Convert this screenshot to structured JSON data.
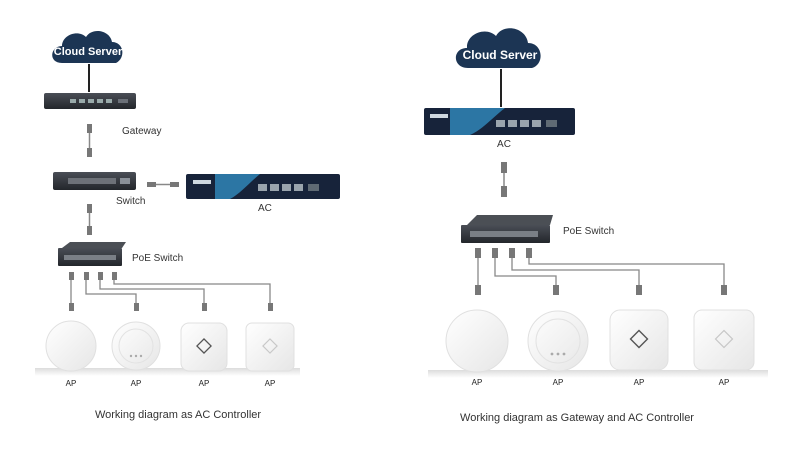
{
  "left": {
    "cloud": "Cloud Server",
    "gateway": "Gateway",
    "switch": "Switch",
    "ac": "AC",
    "poe_switch": "PoE Switch",
    "aps": [
      "AP",
      "AP",
      "AP",
      "AP"
    ],
    "caption": "Working diagram as AC Controller"
  },
  "right": {
    "cloud": "Cloud Server",
    "ac": "AC",
    "poe_switch": "PoE Switch",
    "aps": [
      "AP",
      "AP",
      "AP",
      "AP"
    ],
    "caption": "Working diagram as Gateway and AC Controller"
  },
  "colors": {
    "cloud": "#1c3554",
    "device_dark": "#2a2d33",
    "ac_body": "#17233a",
    "ac_accent": "#2f7fb0",
    "cable": "#888888",
    "ap": "#f2f2f2"
  }
}
